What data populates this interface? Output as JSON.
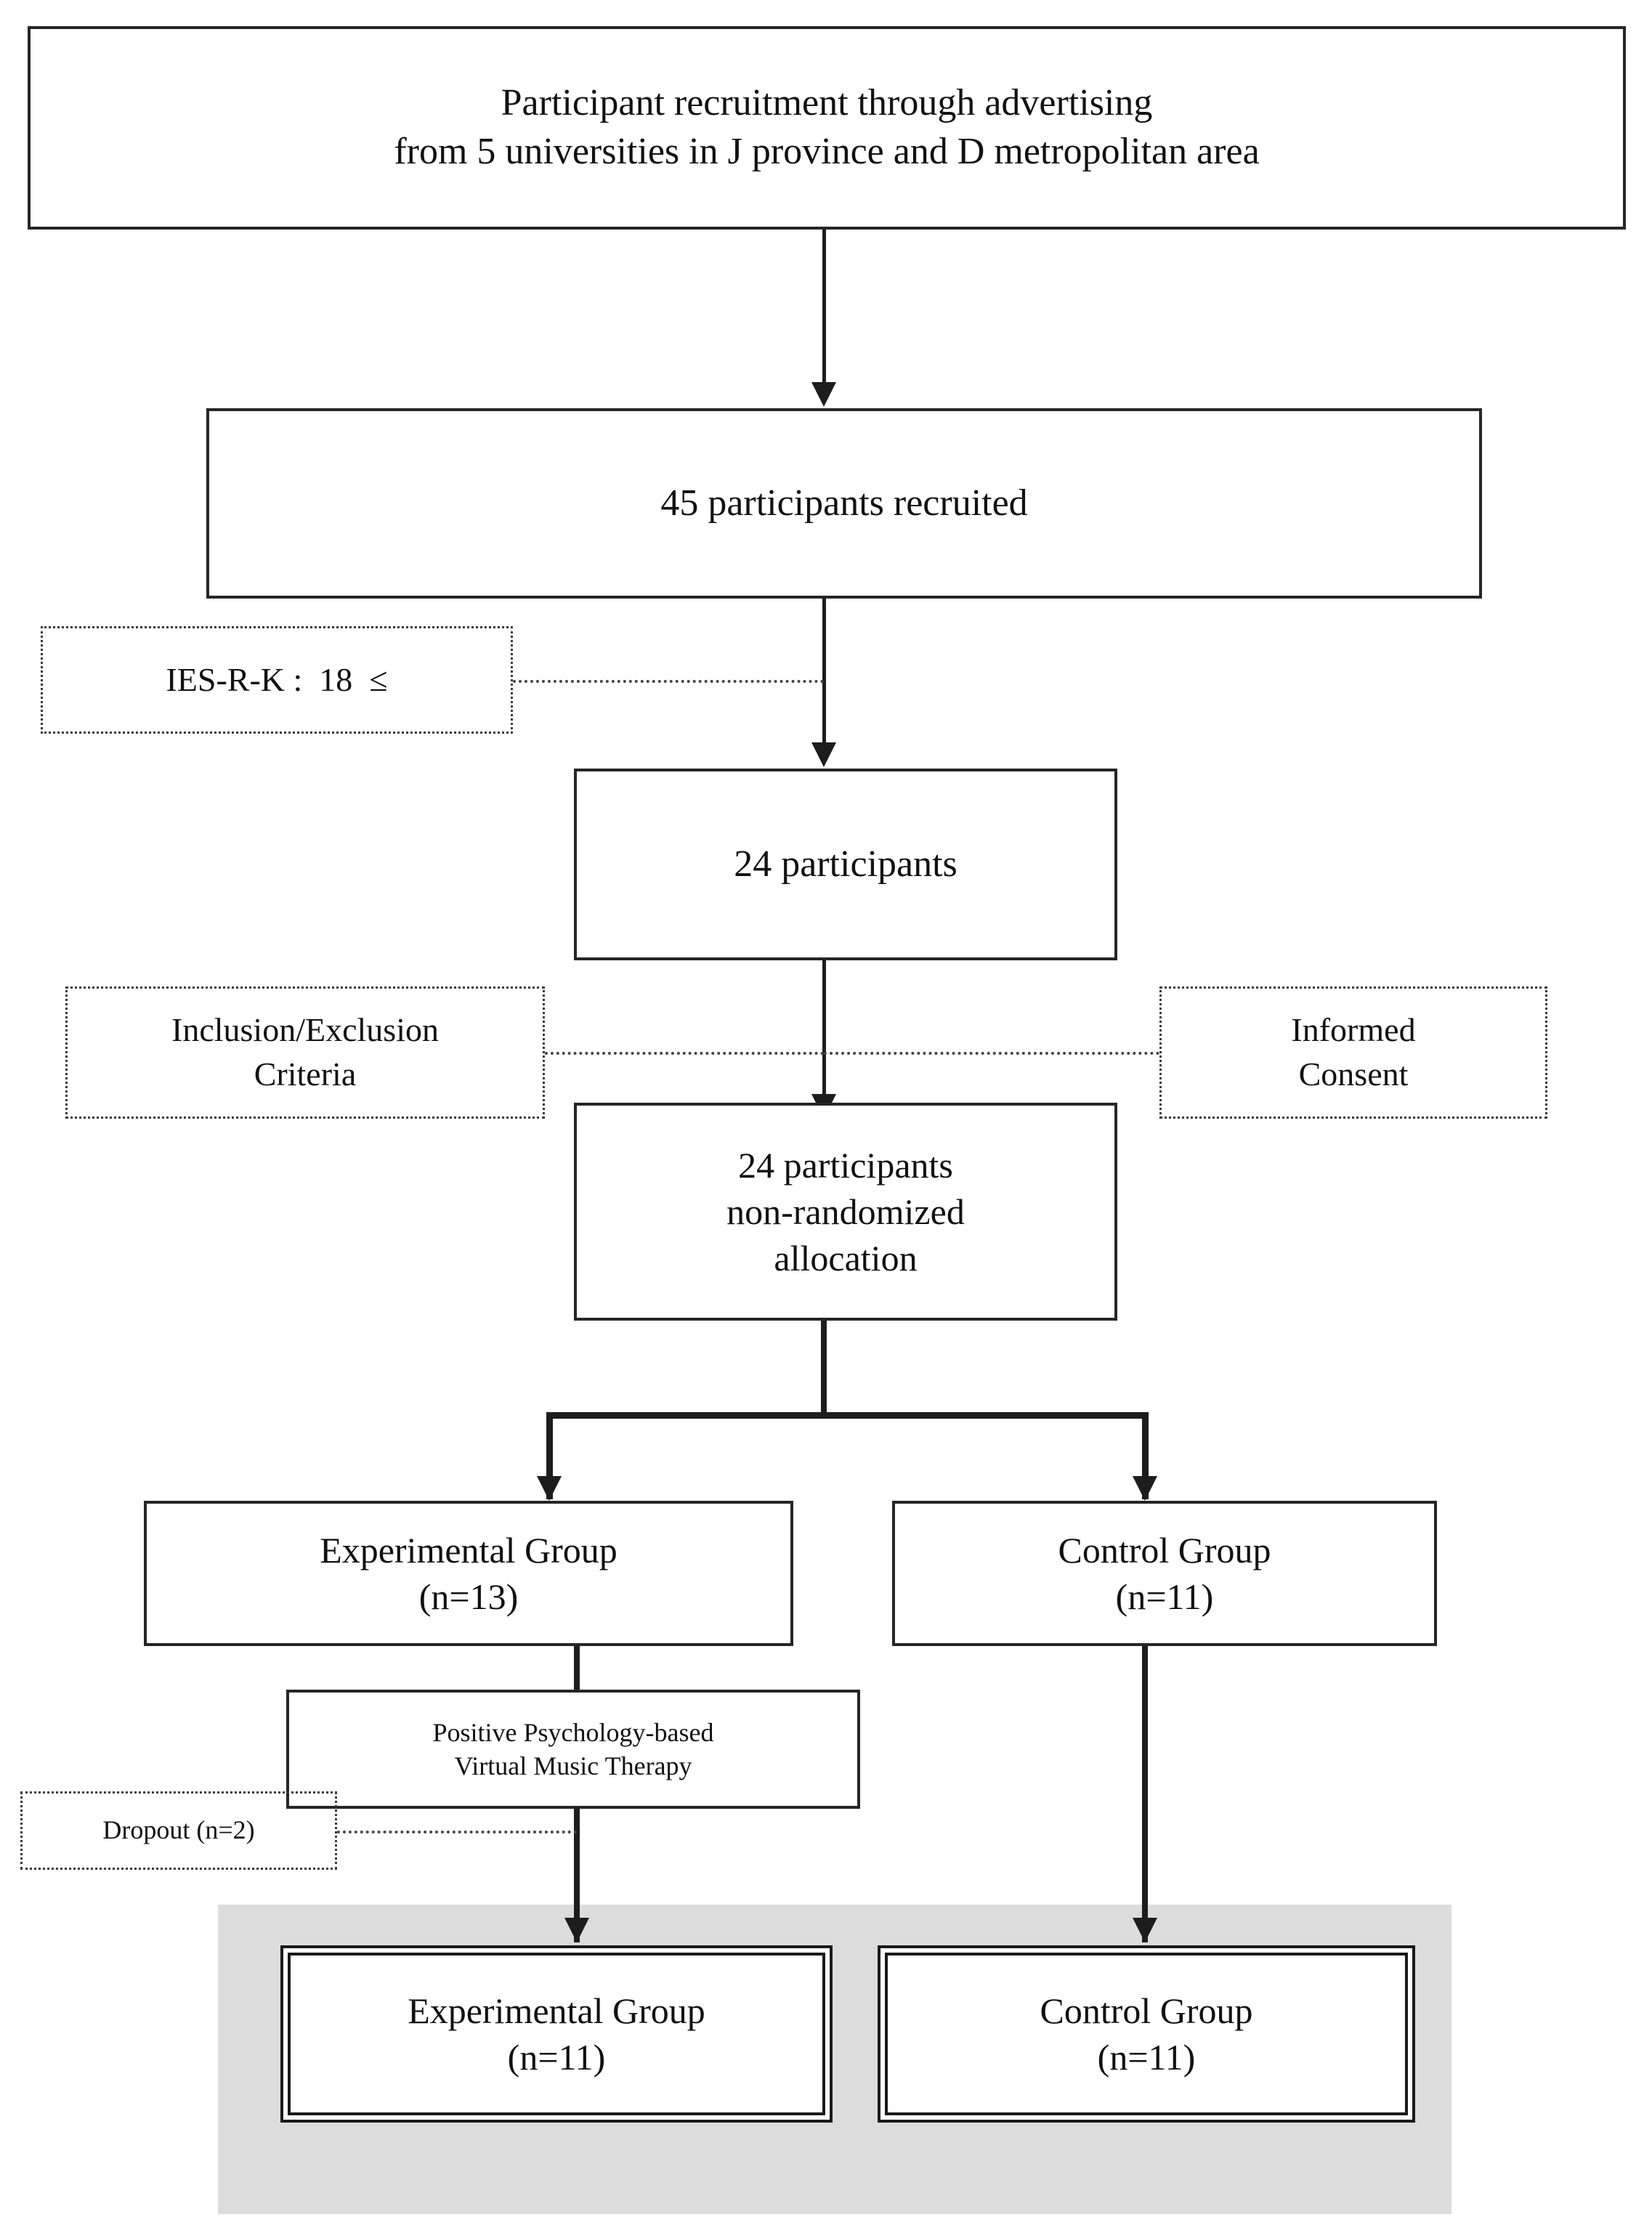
{
  "diagram": {
    "title": "Participant flow diagram",
    "shaded_band_color": "#dcdcdc",
    "line_color": "#1d1d1d",
    "nodes": {
      "recruitment": {
        "line1": "Participant recruitment through advertising",
        "line2": "from 5 universities in J province and D metropolitan area"
      },
      "recruited": {
        "line1": "45 participants"
      },
      "recruited_suffix": {
        "line1": "45 participants recruited"
      },
      "screening_criterion": {
        "line1": "IES-R-K :  18  ≤"
      },
      "eligible": {
        "line1": "24 participants"
      },
      "inclusion_exclusion": {
        "line1": "Inclusion/Exclusion",
        "line2": "Criteria"
      },
      "informed_consent": {
        "line1": "Informed",
        "line2": "Consent"
      },
      "allocation": {
        "line1": "24 participants",
        "line2": "non-randomized",
        "line3": "allocation"
      },
      "experimental_group": {
        "line1": "Experimental Group",
        "line2": "(n=13)"
      },
      "control_group": {
        "line1": "Control Group",
        "line2": "(n=11)"
      },
      "intervention": {
        "line1": "Positive Psychology-based",
        "line2": "Virtual Music Therapy"
      },
      "dropout": {
        "line1": "Dropout (n=2)"
      },
      "experimental_final": {
        "line1": "Experimental Group",
        "line2": "(n=11)"
      },
      "control_final": {
        "line1": "Control Group",
        "line2": "(n=11)"
      }
    }
  }
}
